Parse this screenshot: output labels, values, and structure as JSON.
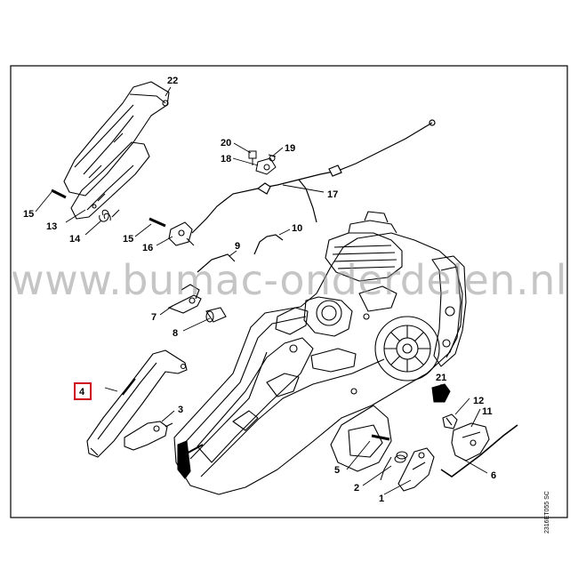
{
  "watermark": "www.bumac-onderdelen.nl",
  "drawing_code": "2316ET055 SC",
  "colors": {
    "line": "#000000",
    "highlight": "#d0021b",
    "watermark": "#969696"
  },
  "highlighted_part": "4",
  "callouts": {
    "c1": "1",
    "c2": "2",
    "c3": "3",
    "c4": "4",
    "c5": "5",
    "c6": "6",
    "c7": "7",
    "c8": "8",
    "c9": "9",
    "c10": "10",
    "c11": "11",
    "c12": "12",
    "c13": "13",
    "c14": "14",
    "c15a": "15",
    "c15b": "15",
    "c16": "16",
    "c17": "17",
    "c18": "18",
    "c19": "19",
    "c20": "20",
    "c21": "21",
    "c22": "22"
  }
}
